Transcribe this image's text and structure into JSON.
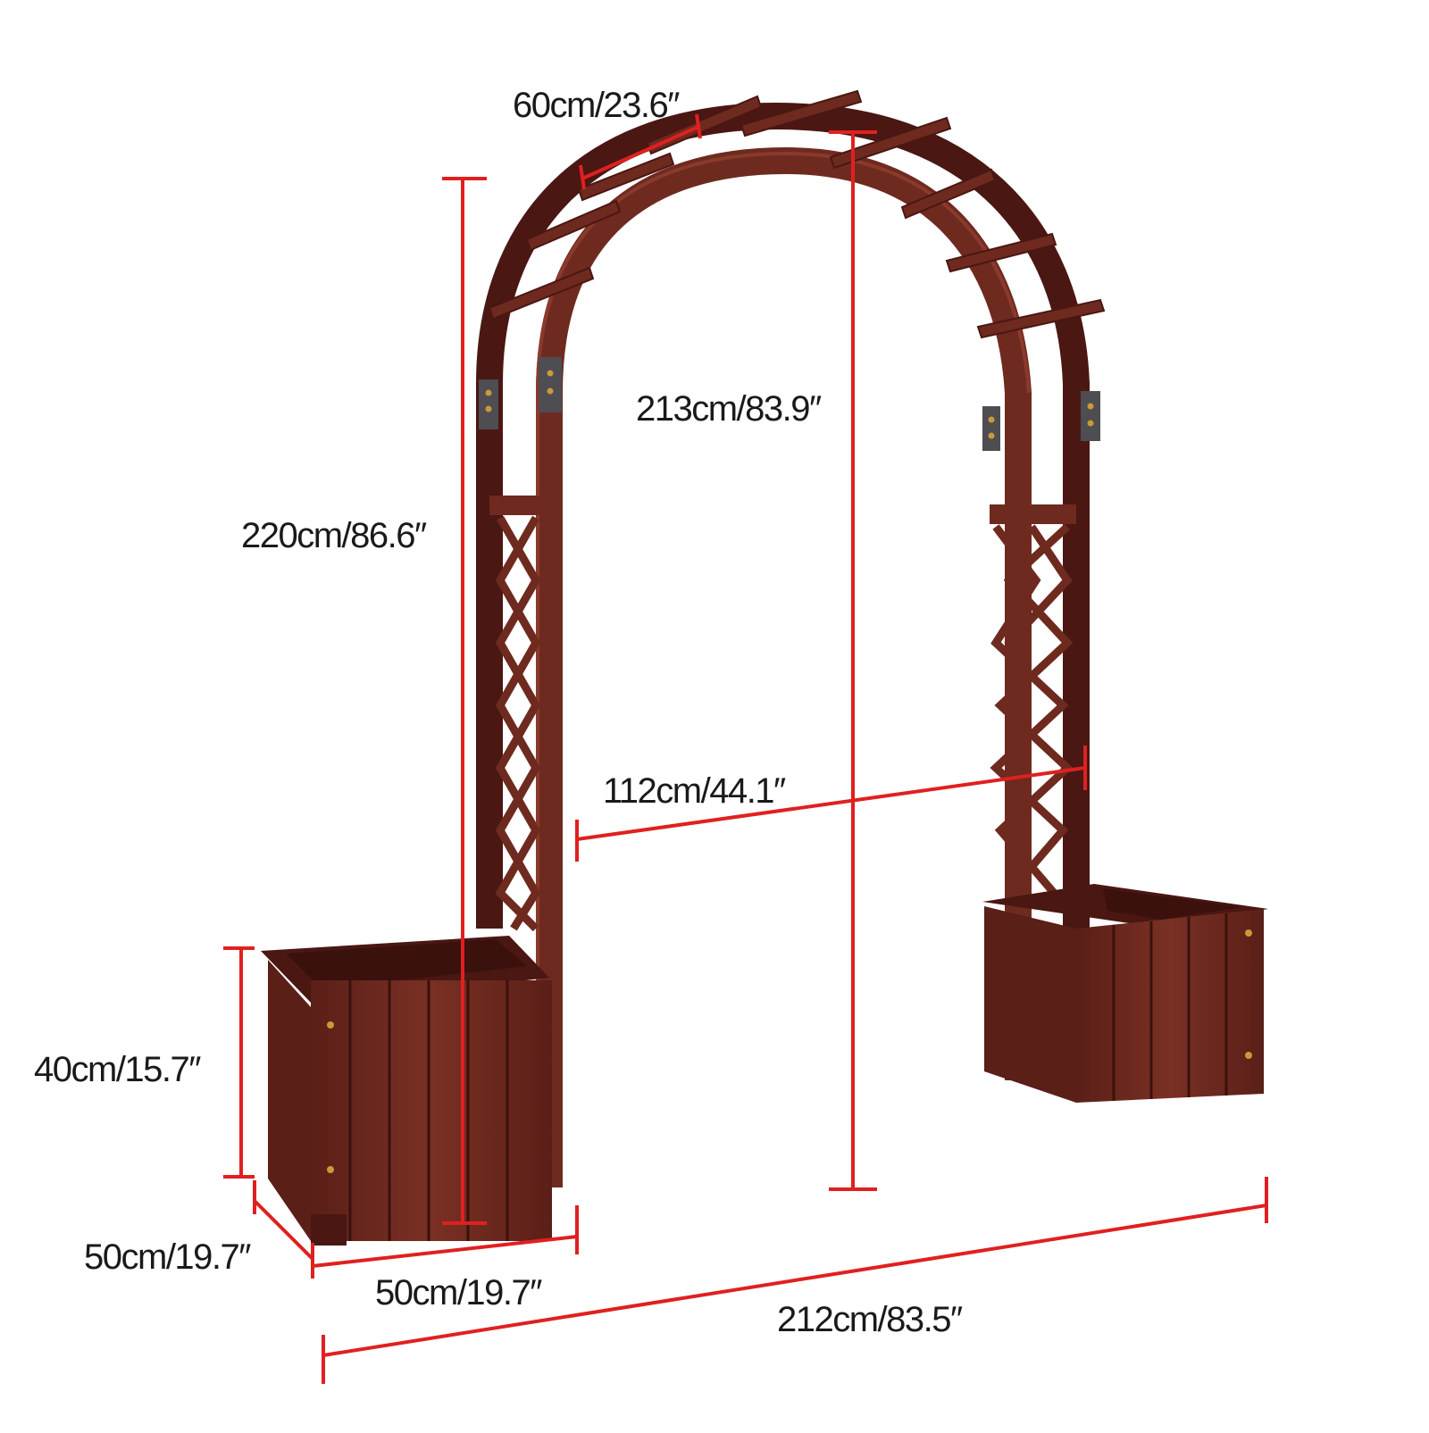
{
  "colors": {
    "wood": "#6e2a1f",
    "wood_dark": "#4a1712",
    "wood_light": "#8a3a2c",
    "dimension_line": "#e02020",
    "text": "#1a1a1a",
    "bracket": "#4d4d52",
    "bolt": "#c89a3a"
  },
  "dimensions": {
    "roof_depth": "60cm/23.6″",
    "inner_height": "213cm/83.9″",
    "total_height": "220cm/86.6″",
    "inner_width": "112cm/44.1″",
    "planter_height": "40cm/15.7″",
    "planter_depth": "50cm/19.7″",
    "planter_width": "50cm/19.7″",
    "total_width": "212cm/83.5″"
  }
}
